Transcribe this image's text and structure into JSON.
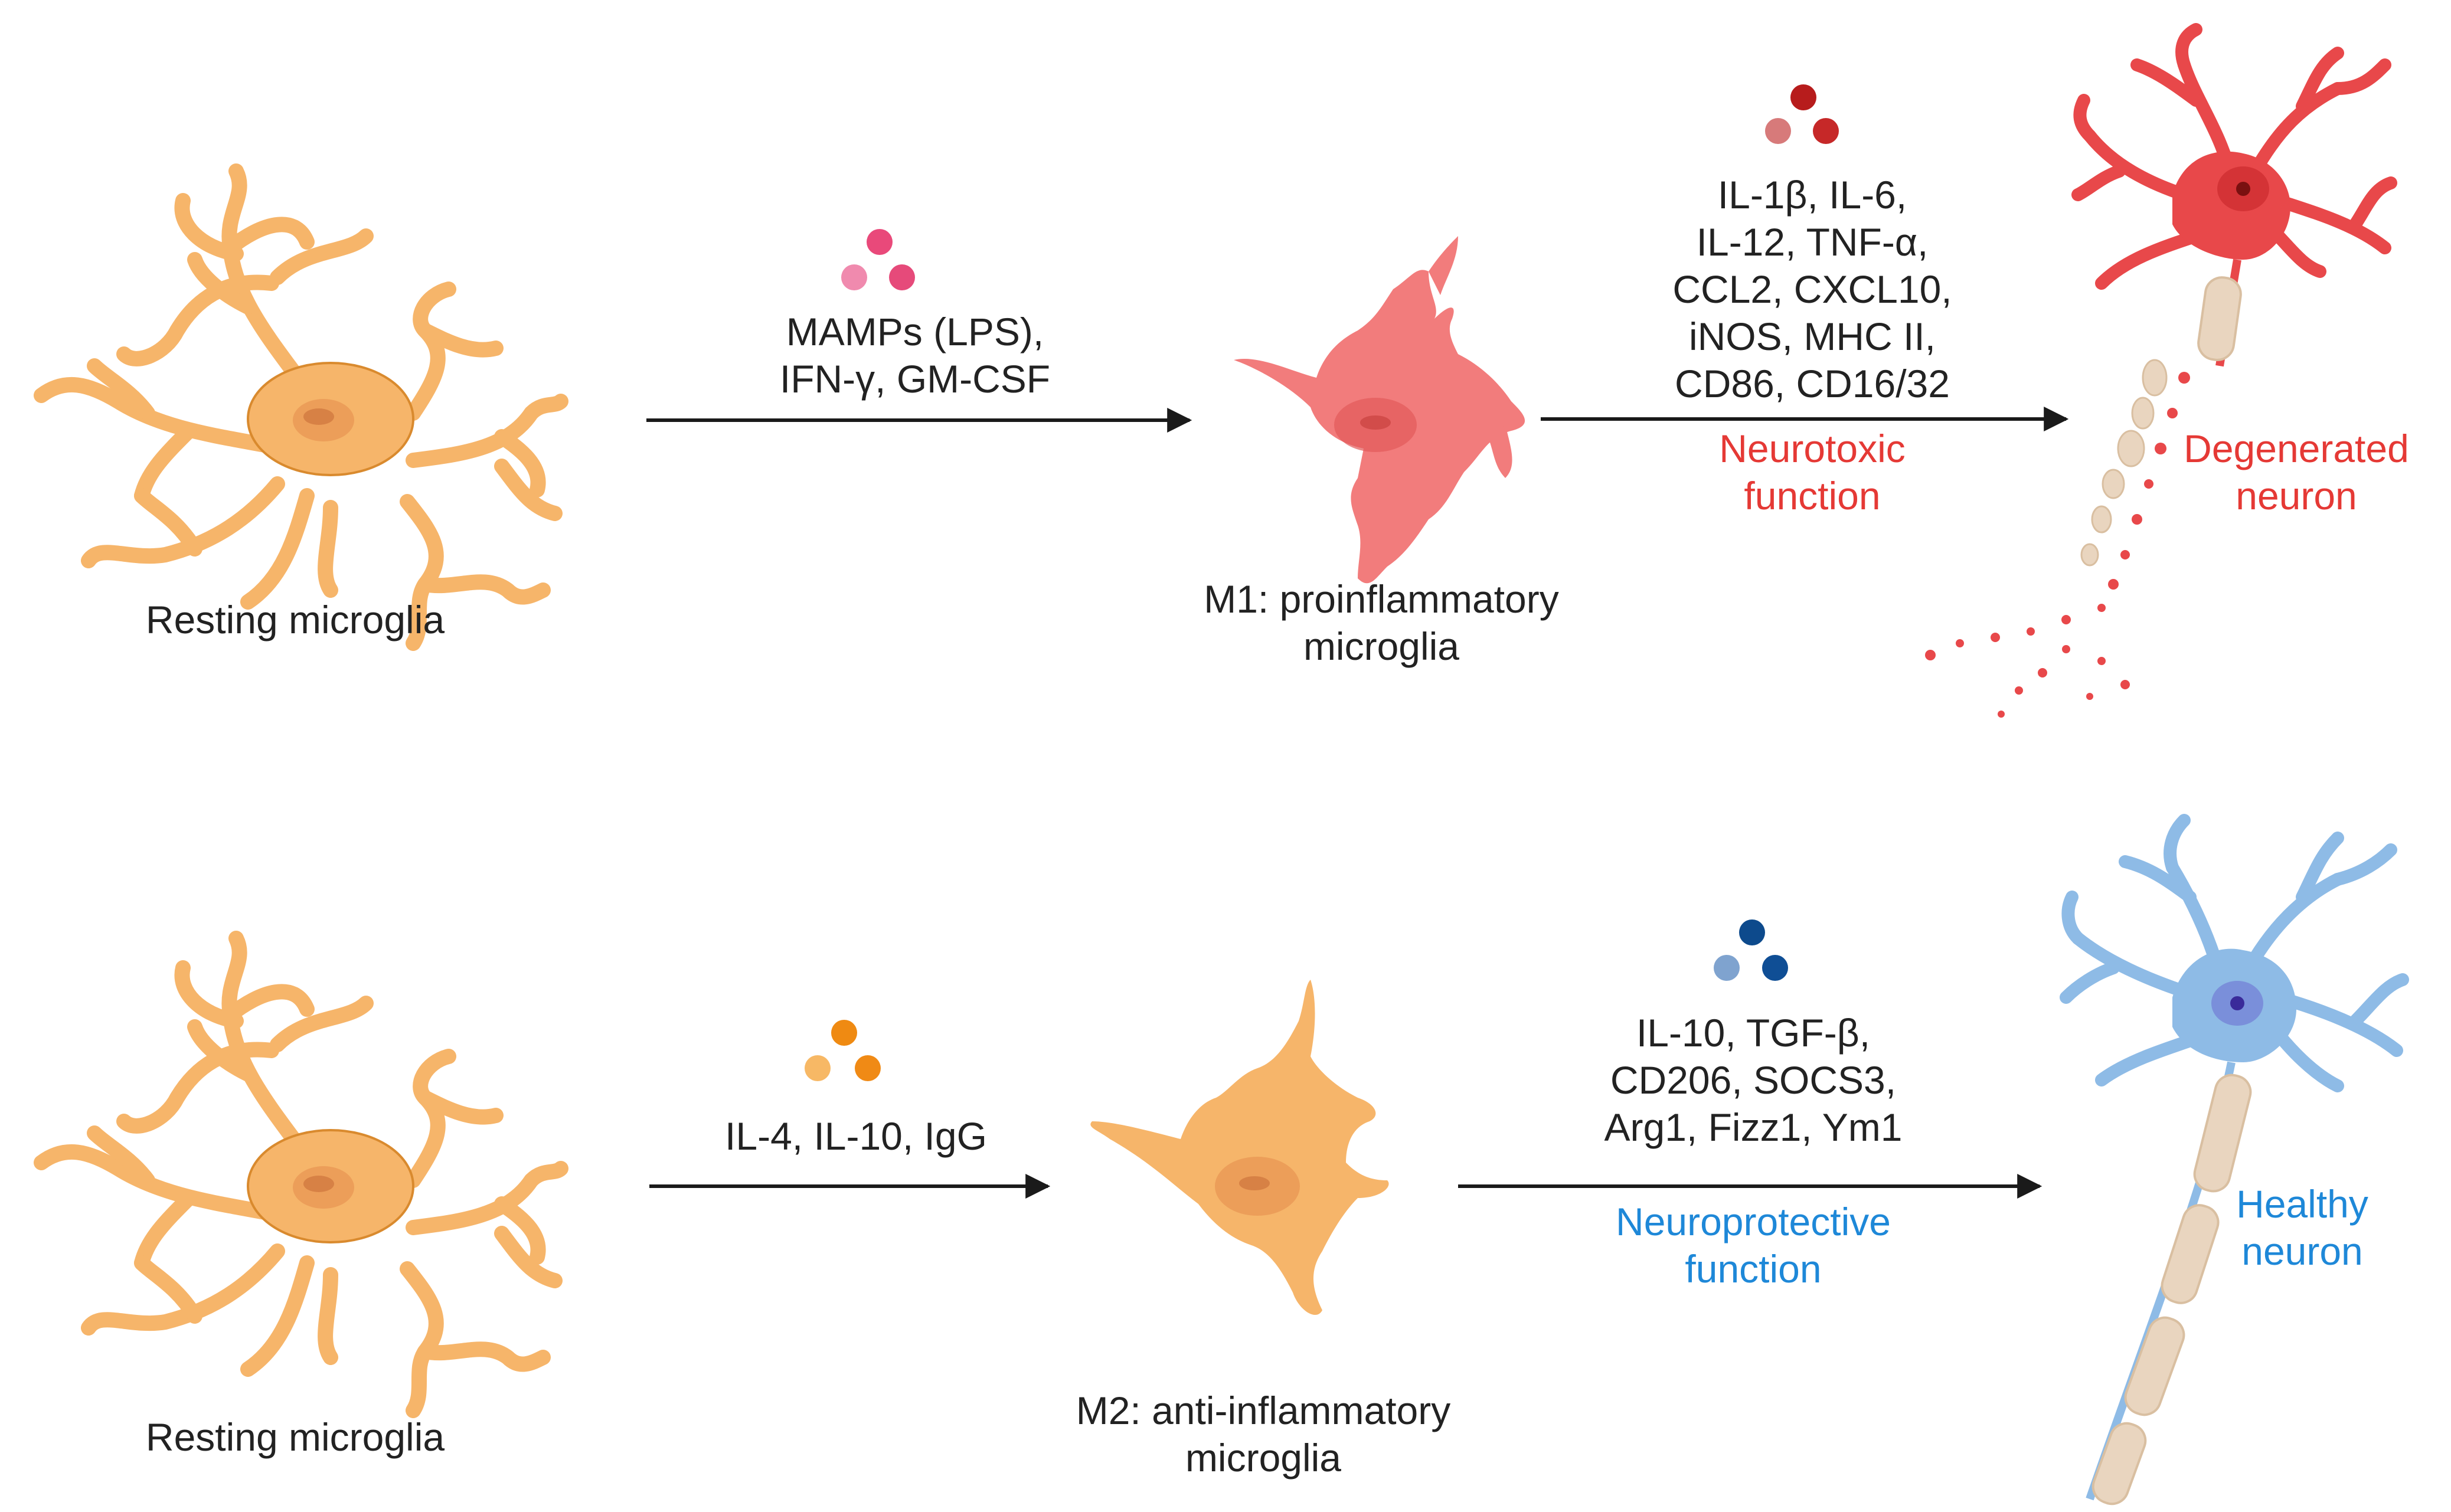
{
  "colors": {
    "resting": "#F6B56A",
    "resting_stroke": "#D98A2E",
    "m1": "#F27C7C",
    "m1_dark": "#D85A5A",
    "m2": "#F6B56A",
    "degenerated": "#E8484A",
    "healthy": "#8EBBE6",
    "healthy_stroke": "#5E95CF",
    "myelin": "#E9D5BF",
    "red_label": "#E53935",
    "blue_label": "#1E88D8",
    "arrow": "#1A1A1A",
    "dots_m1_in": [
      "#E9497A",
      "#F08AAE",
      "#E64A7A"
    ],
    "dots_m1_out": [
      "#B71C1C",
      "#D77A7A",
      "#C62828"
    ],
    "dots_m2_in": [
      "#EF8A12",
      "#F7B865",
      "#F08A15"
    ],
    "dots_m2_out": [
      "#0D4A8C",
      "#7FA3CF",
      "#0F4E95"
    ]
  },
  "top": {
    "resting_label": "Resting microglia",
    "stimuli": "MAMPs (LPS),\nIFN-γ, GM-CSF",
    "state_label": "M1: proinflammatory\nmicroglia",
    "markers": "IL-1β, IL-6,\nIL-12, TNF-α,\nCCL2, CXCL10,\niNOS, MHC II,\nCD86, CD16/32",
    "function_label": "Neurotoxic\nfunction",
    "neuron_label": "Degenerated\nneuron"
  },
  "bottom": {
    "resting_label": "Resting microglia",
    "stimuli": "IL-4, IL-10, IgG",
    "state_label": "M2: anti-inflammatory\nmicroglia",
    "markers": "IL-10, TGF-β,\nCD206, SOCS3,\nArg1, Fizz1, Ym1",
    "function_label": "Neuroprotective\nfunction",
    "neuron_label": "Healthy\nneuron"
  }
}
